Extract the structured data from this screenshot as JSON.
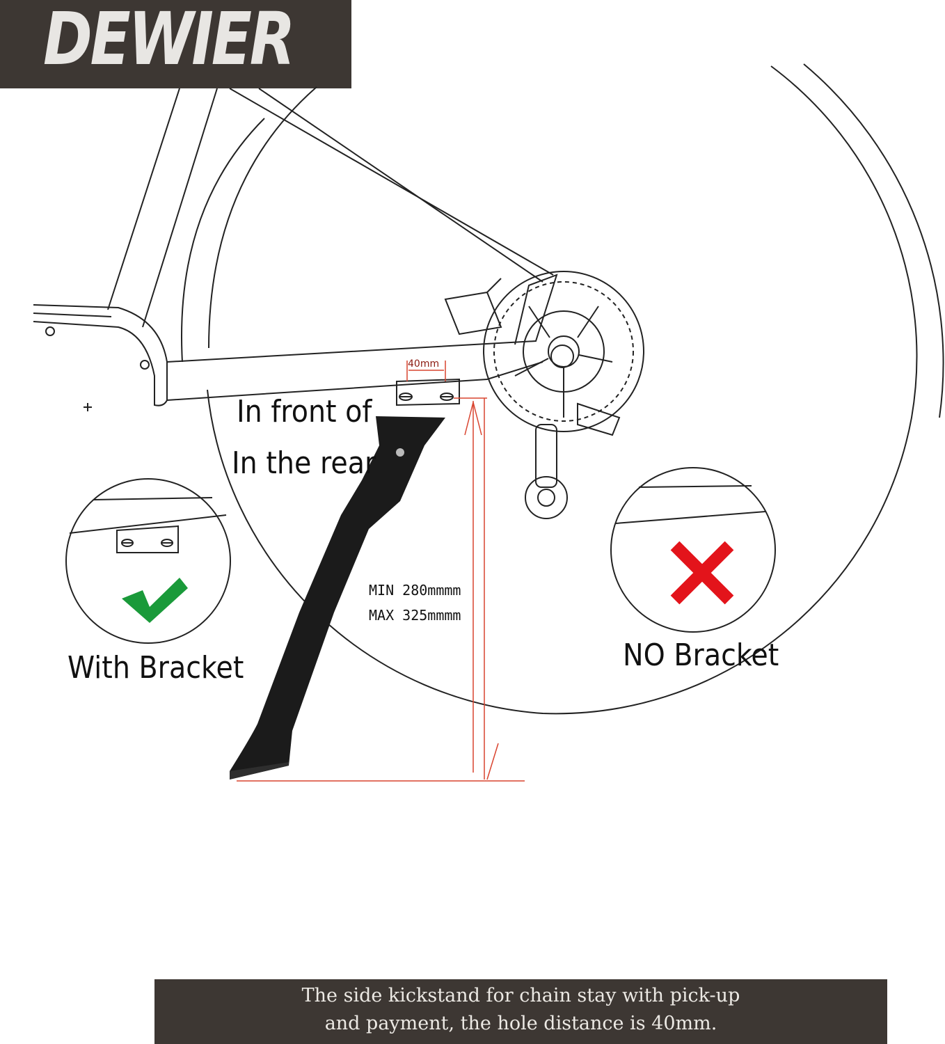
{
  "brand": {
    "name": "DEWIER"
  },
  "labels": {
    "front": "In front of",
    "rear": "In the rear",
    "with_bracket": "With Bracket",
    "no_bracket": "NO Bracket",
    "min": "MIN 280mmmm",
    "max": "MAX 325mmmm",
    "hole_distance": "40mm"
  },
  "caption": {
    "line1": "The side kickstand  for chain stay with pick-up",
    "line2": "and payment, the hole distance is 40mm."
  },
  "colors": {
    "banner": "#3d3733",
    "measure": "#d9442f",
    "check": "#1a9a3a",
    "cross": "#e3141b"
  },
  "icons": {
    "ok": "check-icon",
    "not_ok": "cross-icon"
  }
}
